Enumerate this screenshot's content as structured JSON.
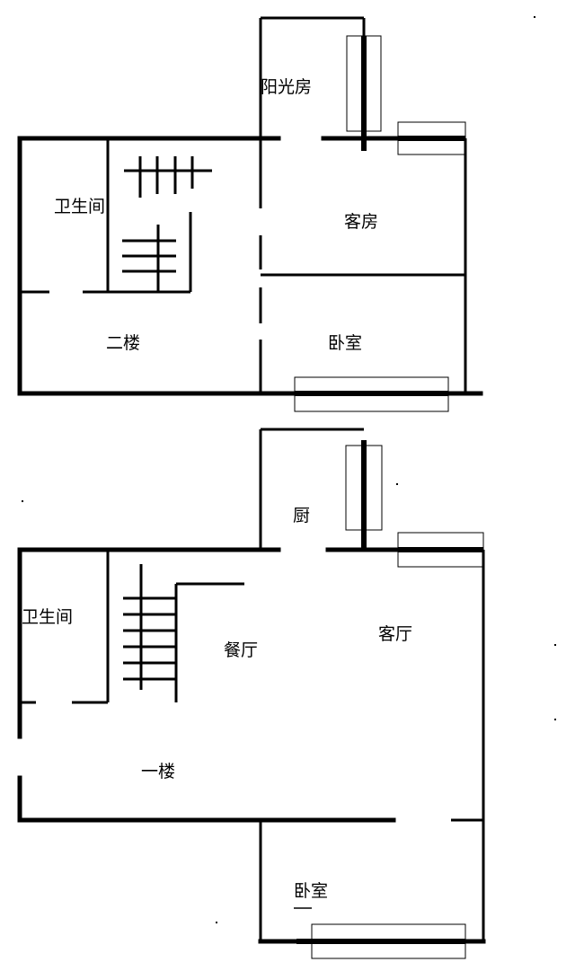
{
  "upper_floor": {
    "sunroom": "阳光房",
    "guest_room": "客房",
    "bathroom": "卫生间",
    "floor_label": "二楼",
    "bedroom": "卧室"
  },
  "lower_floor": {
    "kitchen": "厨",
    "bathroom": "卫生间",
    "living_room": "客厅",
    "dining_room": "餐厅",
    "floor_label": "一楼",
    "bedroom": "卧室"
  }
}
